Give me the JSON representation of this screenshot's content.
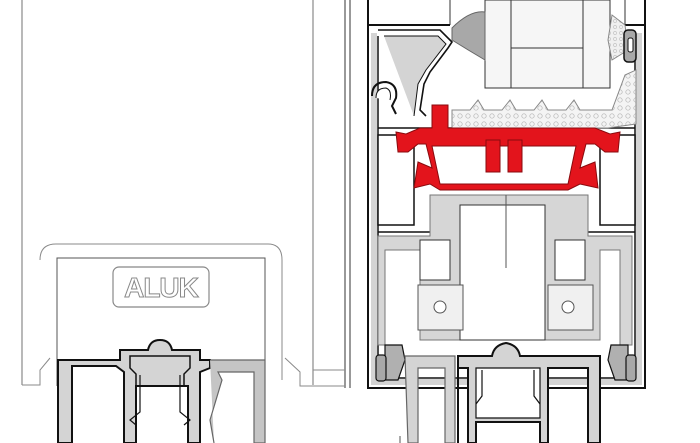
{
  "diagram": {
    "type": "technical-cross-section",
    "subject": "aluminium window frame profile with thermal break",
    "logo": {
      "text": "ALUK"
    },
    "colors": {
      "background": "#ffffff",
      "aluminium_fill": "#d4d4d4",
      "aluminium_fill_light": "#e6e6e6",
      "outline": "#111111",
      "thermal_break": "#e3141c",
      "gasket": "#9e9e9e",
      "insulation_foam": "#f2f2f2",
      "glass_spacer": "#f6f6f6",
      "thin_line": "#777777"
    },
    "components": [
      {
        "id": "left-panel",
        "label": "sash cover panel with logo plate"
      },
      {
        "id": "glazing-unit",
        "label": "glass unit / spacer"
      },
      {
        "id": "glazing-gasket",
        "label": "glazing gasket"
      },
      {
        "id": "foam-insulation",
        "label": "insulation foam"
      },
      {
        "id": "thermal-break",
        "label": "polyamide thermal break (red)"
      },
      {
        "id": "outer-frame",
        "label": "outer aluminium frame"
      },
      {
        "id": "corner-cleats",
        "label": "corner cleat chambers"
      },
      {
        "id": "lower-profile",
        "label": "lower sash/frame profile"
      }
    ]
  }
}
